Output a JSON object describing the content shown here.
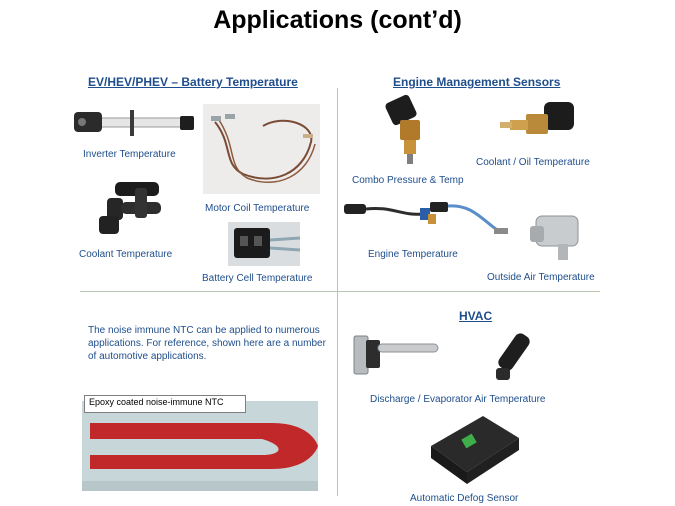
{
  "title": "Applications (cont’d)",
  "sections": {
    "battery": "EV/HEV/PHEV – Battery Temperature",
    "engine": "Engine Management Sensors",
    "hvac": "HVAC"
  },
  "captions": {
    "inverter": "Inverter Temperature",
    "motor_coil": "Motor Coil Temperature",
    "coolant": "Coolant Temperature",
    "battery_cell": "Battery Cell Temperature",
    "combo": "Combo Pressure & Temp",
    "coolant_oil": "Coolant / Oil Temperature",
    "engine_temp": "Engine Temperature",
    "outside_air": "Outside Air Temperature",
    "discharge": "Discharge / Evaporator Air Temperature",
    "defog": "Automatic Defog Sensor"
  },
  "note": "The noise immune NTC can be applied to numerous applications.  For reference, shown here are a number of automotive applications.",
  "epoxy_label": "Epoxy coated noise-immune NTC",
  "colors": {
    "heading": "#1f4e8c",
    "divider": "#b9c7b0",
    "epoxy": "#c0282a"
  }
}
